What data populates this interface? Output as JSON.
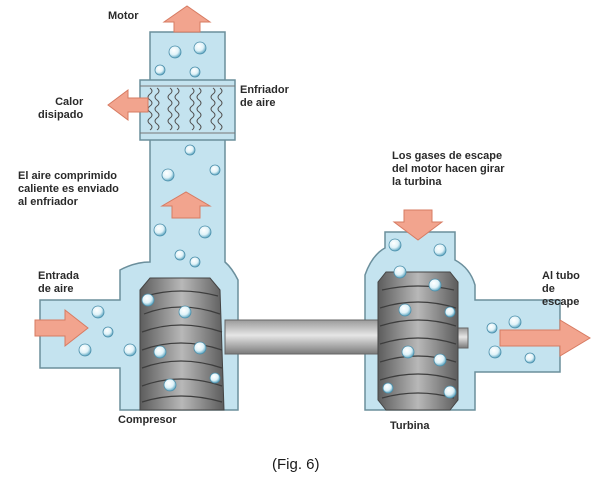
{
  "labels": {
    "motor": "Motor",
    "cooler": "Enfriador\nde aire",
    "heat": "Calor\ndisipado",
    "compressed_air": "El aire comprimido\ncaliente es enviado\nal enfriador",
    "exhaust_gases": "Los gases de escape\ndel motor hacen girar\nla turbina",
    "air_inlet": "Entrada\nde aire",
    "exhaust_pipe": "Al tubo\nde\nescape",
    "compressor": "Compresor",
    "turbine": "Turbina"
  },
  "caption": "(Fig. 6)",
  "colors": {
    "duct": "#c4e3ef",
    "duct_outline": "#6b8f9c",
    "arrow": "#f2a48e",
    "rotor": "#8a8a8a",
    "bubble": "#e8f6fb"
  }
}
